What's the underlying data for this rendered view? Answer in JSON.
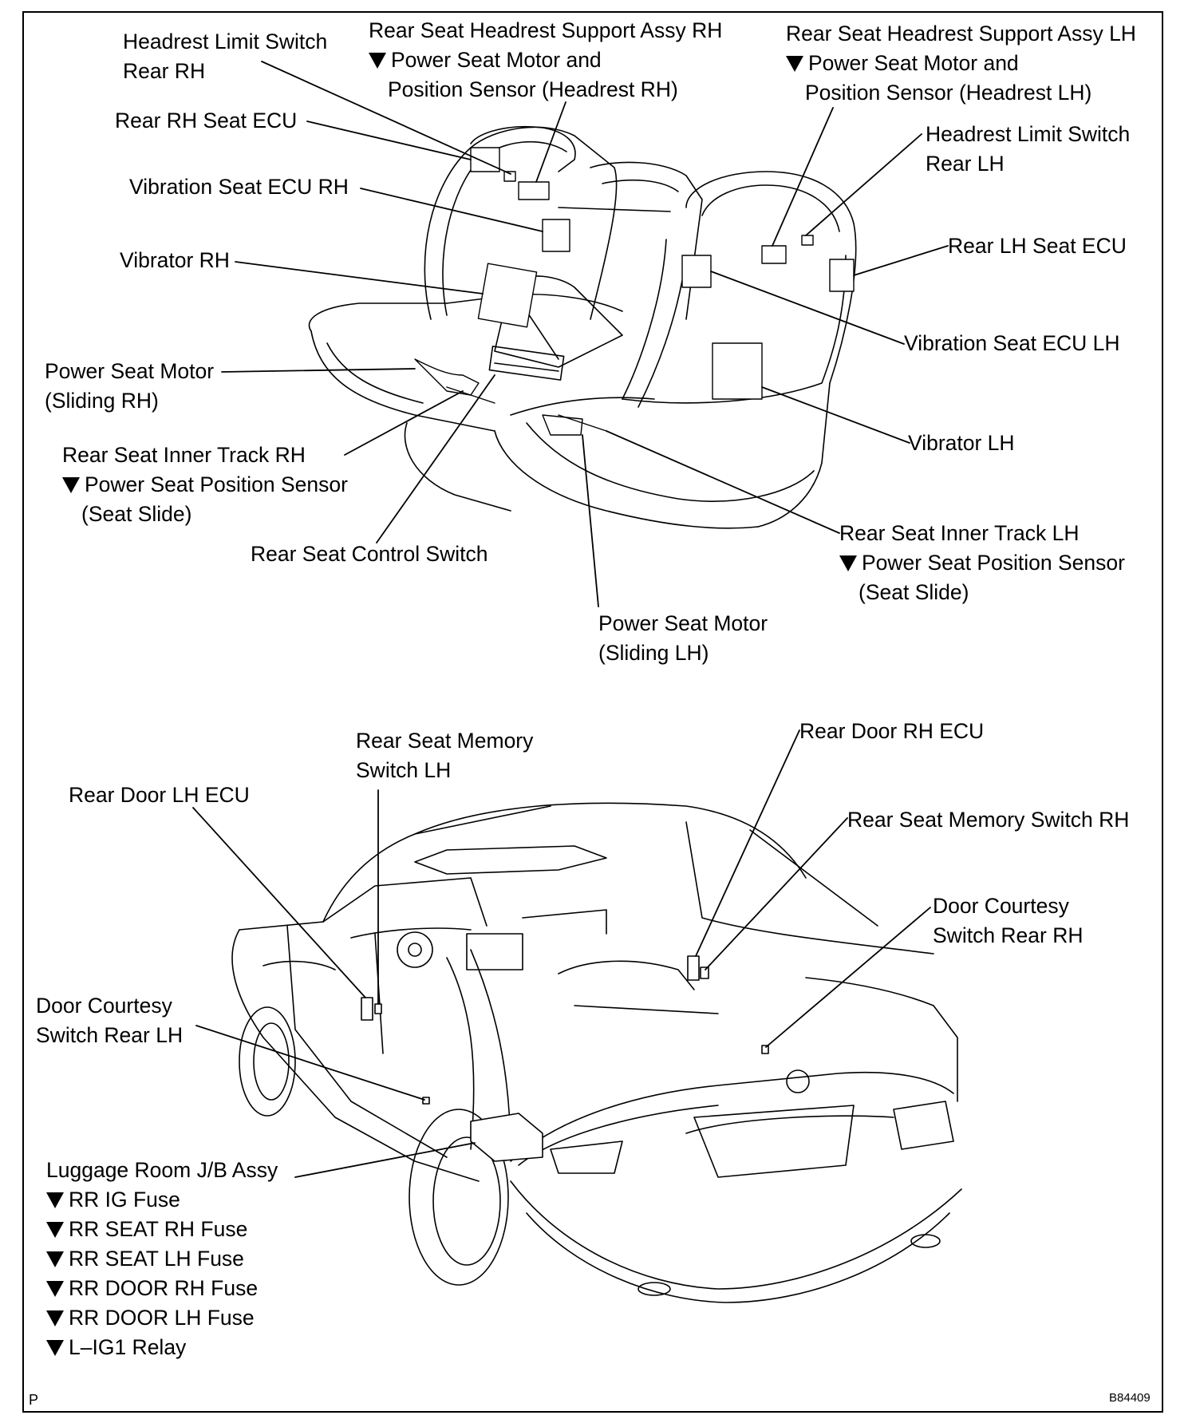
{
  "seat_labels": {
    "headrest_limit_switch_rh": [
      "Headrest Limit Switch",
      "Rear RH"
    ],
    "headrest_support_rh": [
      "Rear Seat Headrest Support Assy RH",
      "Power Seat Motor and",
      "Position Sensor (Headrest RH)"
    ],
    "headrest_support_lh": [
      "Rear Seat Headrest Support Assy LH",
      "Power Seat Motor and",
      "Position Sensor (Headrest LH)"
    ],
    "rear_rh_seat_ecu": "Rear RH Seat ECU",
    "headrest_limit_switch_lh": [
      "Headrest Limit Switch",
      "Rear LH"
    ],
    "vibration_seat_ecu_rh": "Vibration Seat ECU RH",
    "rear_lh_seat_ecu": "Rear LH Seat ECU",
    "vibrator_rh": "Vibrator RH",
    "vibration_seat_ecu_lh": "Vibration Seat ECU LH",
    "power_seat_motor_sliding_rh": [
      "Power Seat Motor",
      "(Sliding RH)"
    ],
    "vibrator_lh": "Vibrator LH",
    "inner_track_rh": [
      "Rear Seat Inner Track RH",
      "Power Seat Position Sensor",
      "(Seat Slide)"
    ],
    "inner_track_lh": [
      "Rear Seat Inner Track LH",
      "Power Seat Position Sensor",
      "(Seat Slide)"
    ],
    "rear_seat_control_switch": "Rear Seat Control Switch",
    "power_seat_motor_sliding_lh": [
      "Power Seat Motor",
      "(Sliding LH)"
    ]
  },
  "car_labels": {
    "rear_door_rh_ecu": "Rear Door RH ECU",
    "rear_seat_memory_switch_lh": [
      "Rear Seat Memory",
      "Switch LH"
    ],
    "rear_door_lh_ecu": "Rear Door LH ECU",
    "rear_seat_memory_switch_rh": "Rear Seat Memory Switch RH",
    "door_courtesy_switch_rear_rh": [
      "Door Courtesy",
      "Switch Rear RH"
    ],
    "door_courtesy_switch_rear_lh": [
      "Door Courtesy",
      "Switch Rear LH"
    ],
    "luggage_room_jb": {
      "title": "Luggage Room J/B Assy",
      "items": [
        "RR IG Fuse",
        "RR SEAT RH Fuse",
        "RR SEAT LH Fuse",
        "RR DOOR RH Fuse",
        "RR DOOR LH Fuse",
        "L–IG1 Relay"
      ]
    }
  },
  "footer": {
    "left_mark": "P",
    "figure_code": "B84409"
  }
}
